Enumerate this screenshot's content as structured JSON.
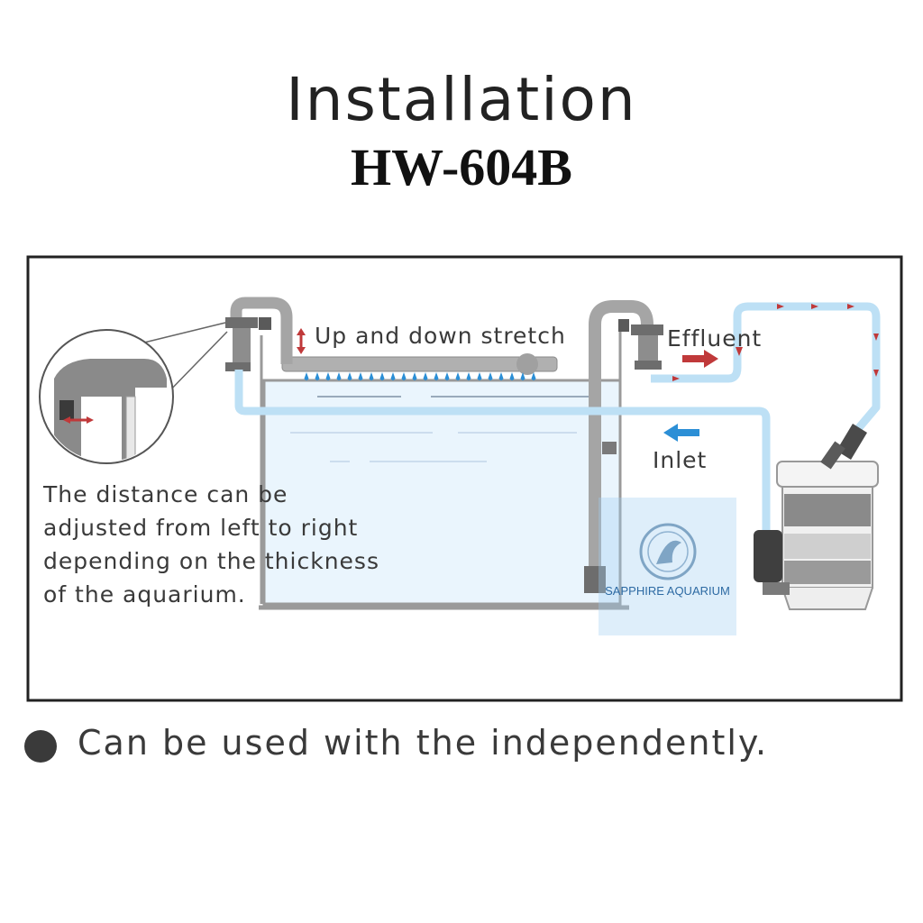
{
  "header": {
    "title": "Installation",
    "model": "HW-604B"
  },
  "diagram": {
    "label_stretch": "Up and down stretch",
    "label_effluent": "Effluent",
    "label_inlet": "Inlet",
    "description_lines": [
      "The distance can be",
      "adjusted from left to right",
      "depending on the thickness",
      "of the aquarium."
    ],
    "watermark_text": "SAPPHIRE AQUARIUM",
    "colors": {
      "water": "#eaf5fd",
      "tube": "#bde0f5",
      "pipe": "#a9a9a9",
      "arrow_red": "#c0393a",
      "arrow_blue": "#2c8fd6"
    }
  },
  "footer": {
    "bullet_text": "Can be used with the independently."
  }
}
